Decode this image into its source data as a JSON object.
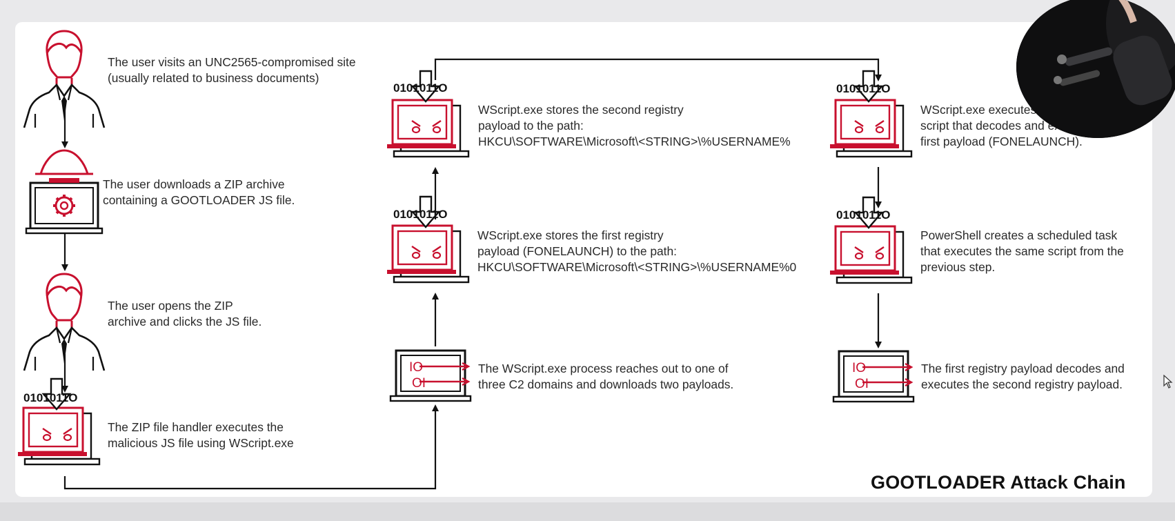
{
  "diagram": {
    "title": "GOOTLOADER Attack Chain",
    "colors": {
      "accent": "#c8102e",
      "ink": "#111111",
      "text": "#2a2a2a",
      "background": "#ffffff"
    },
    "steps": [
      {
        "id": "visit",
        "icon": "user-icon",
        "lines": [
          "The user visits an UNC2565-compromised site",
          "(usually related to business documents)"
        ]
      },
      {
        "id": "download",
        "icon": "hacker-laptop-gear-icon",
        "lines": [
          "The user downloads a ZIP archive",
          "containing a GOOTLOADER JS file."
        ]
      },
      {
        "id": "open",
        "icon": "user-icon",
        "lines": [
          "The user opens the ZIP",
          "archive and clicks the JS file."
        ]
      },
      {
        "id": "execute",
        "icon": "infected-laptop-icon",
        "binary": "0101011O",
        "lines": [
          "The ZIP file handler executes the",
          "malicious JS file using WScript.exe"
        ]
      },
      {
        "id": "c2",
        "icon": "laptop-binary-icon",
        "bits": [
          "IO",
          "OI"
        ],
        "lines": [
          "The WScript.exe process reaches out to one of",
          "three C2 domains and downloads two payloads."
        ]
      },
      {
        "id": "store1",
        "icon": "infected-laptop-icon",
        "binary": "0101011O",
        "lines": [
          "WScript.exe stores the first registry",
          "payload (FONELAUNCH) to the path:",
          "HKCU\\SOFTWARE\\Microsoft\\<STRING>\\%USERNAME%0"
        ]
      },
      {
        "id": "store2",
        "icon": "infected-laptop-icon",
        "binary": "0101011O",
        "lines": [
          "WScript.exe stores the second registry",
          "payload to the path:",
          "HKCU\\SOFTWARE\\Microsoft\\<STRING>\\%USERNAME%"
        ]
      },
      {
        "id": "ps-exec",
        "icon": "infected-laptop-icon",
        "binary": "0101011O",
        "lines": [
          "WScript.exe executes a Po",
          "script that decodes and execute",
          "first payload (FONELAUNCH)."
        ]
      },
      {
        "id": "task",
        "icon": "infected-laptop-icon",
        "binary": "0101011O",
        "lines": [
          "PowerShell creates a scheduled task",
          "that executes the same script from the",
          "previous step."
        ]
      },
      {
        "id": "decode",
        "icon": "laptop-binary-icon",
        "bits": [
          "IO",
          "OI"
        ],
        "lines": [
          "The first registry payload decodes and",
          "executes the second registry payload."
        ]
      }
    ]
  }
}
